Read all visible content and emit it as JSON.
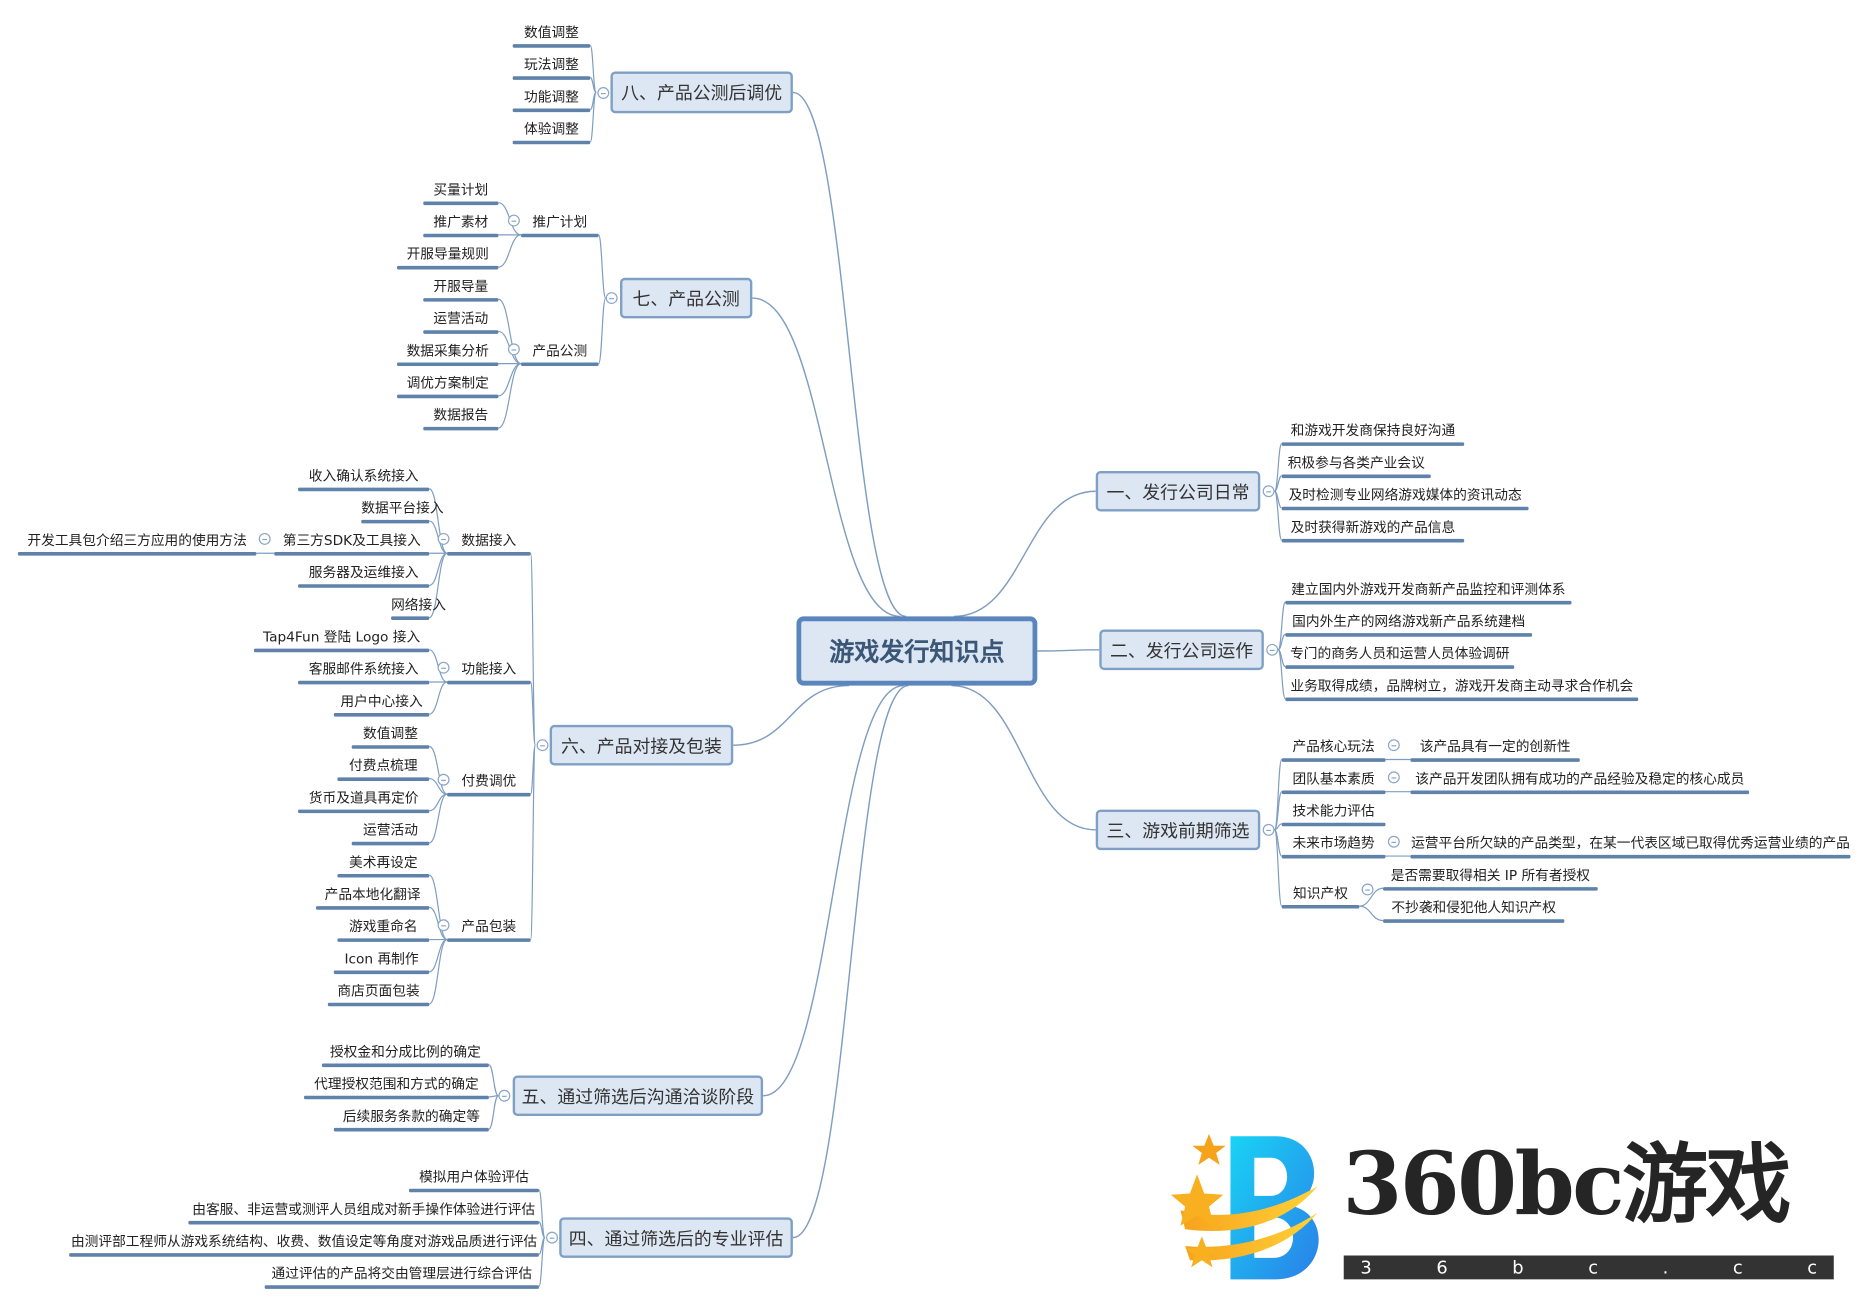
{
  "central_topic": "游戏发行知识点",
  "branches": [
    {
      "label": "一、发行公司日常",
      "children": [
        {
          "label": "和游戏开发商保持良好沟通"
        },
        {
          "label": "积极参与各类产业会议"
        },
        {
          "label": "及时检测专业网络游戏媒体的资讯动态"
        },
        {
          "label": "及时获得新游戏的产品信息"
        }
      ]
    },
    {
      "label": "二、发行公司运作",
      "children": [
        {
          "label": "建立国内外游戏开发商新产品监控和评测体系"
        },
        {
          "label": "国内外生产的网络游戏新产品系统建档"
        },
        {
          "label": "专门的商务人员和运营人员体验调研"
        },
        {
          "label": "业务取得成绩，品牌树立，游戏开发商主动寻求合作机会"
        }
      ]
    },
    {
      "label": "三、游戏前期筛选",
      "children": [
        {
          "label": "产品核心玩法",
          "children": [
            {
              "label": "该产品具有一定的创新性"
            }
          ]
        },
        {
          "label": "团队基本素质",
          "children": [
            {
              "label": "该产品开发团队拥有成功的产品经验及稳定的核心成员"
            }
          ]
        },
        {
          "label": "技术能力评估"
        },
        {
          "label": "未来市场趋势",
          "children": [
            {
              "label": "运营平台所欠缺的产品类型，在某一代表区域已取得优秀运营业绩的产品"
            }
          ]
        },
        {
          "label": "知识产权",
          "children": [
            {
              "label": "是否需要取得相关 IP 所有者授权"
            },
            {
              "label": "不抄袭和侵犯他人知识产权"
            }
          ]
        }
      ]
    },
    {
      "label": "四、通过筛选后的专业评估",
      "children": [
        {
          "label": "模拟用户体验评估"
        },
        {
          "label": "由客服、非运营或测评人员组成对新手操作体验进行评估"
        },
        {
          "label": "由测评部工程师从游戏系统结构、收费、数值设定等角度对游戏品质进行评估"
        },
        {
          "label": "通过评估的产品将交由管理层进行综合评估"
        }
      ]
    },
    {
      "label": "五、通过筛选后沟通洽谈阶段",
      "children": [
        {
          "label": "授权金和分成比例的确定"
        },
        {
          "label": "代理授权范围和方式的确定"
        },
        {
          "label": "后续服务条款的确定等"
        }
      ]
    },
    {
      "label": "六、产品对接及包装",
      "children": [
        {
          "label": "数据接入",
          "children": [
            {
              "label": "收入确认系统接入"
            },
            {
              "label": "数据平台接入"
            },
            {
              "label": "第三方SDK及工具接入",
              "children": [
                {
                  "label": "开发工具包介绍三方应用的使用方法"
                }
              ]
            },
            {
              "label": "服务器及运维接入"
            },
            {
              "label": "网络接入"
            }
          ]
        },
        {
          "label": "功能接入",
          "children": [
            {
              "label": "Tap4Fun 登陆 Logo 接入"
            },
            {
              "label": "客服邮件系统接入"
            },
            {
              "label": "用户中心接入"
            }
          ]
        },
        {
          "label": "付费调优",
          "children": [
            {
              "label": "数值调整"
            },
            {
              "label": "付费点梳理"
            },
            {
              "label": "货币及道具再定价"
            },
            {
              "label": "运营活动"
            }
          ]
        },
        {
          "label": "产品包装",
          "children": [
            {
              "label": "美术再设定"
            },
            {
              "label": "产品本地化翻译"
            },
            {
              "label": "游戏重命名"
            },
            {
              "label": "Icon 再制作"
            },
            {
              "label": "商店页面包装"
            }
          ]
        }
      ]
    },
    {
      "label": "七、产品公测",
      "children": [
        {
          "label": "推广计划",
          "children": [
            {
              "label": "买量计划"
            },
            {
              "label": "推广素材"
            },
            {
              "label": "开服导量规则"
            }
          ]
        },
        {
          "label": "产品公测",
          "children": [
            {
              "label": "开服导量"
            },
            {
              "label": "运营活动"
            },
            {
              "label": "数据采集分析"
            },
            {
              "label": "调优方案制定"
            },
            {
              "label": "数据报告"
            }
          ]
        }
      ]
    },
    {
      "label": "八、产品公测后调优",
      "children": [
        {
          "label": "数值调整"
        },
        {
          "label": "玩法调整"
        },
        {
          "label": "功能调整"
        },
        {
          "label": "体验调整"
        }
      ]
    }
  ],
  "watermark": {
    "brand": "360bc游戏",
    "url_chars": [
      "3",
      "6",
      "b",
      "c",
      ".",
      "c",
      "c"
    ]
  }
}
